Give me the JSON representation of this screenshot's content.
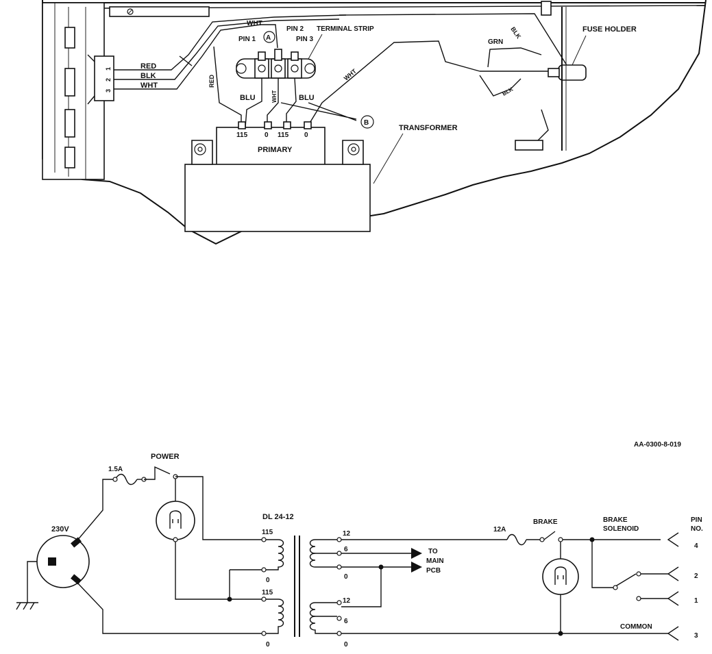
{
  "assembly": {
    "labels": {
      "wht_top": "WHT",
      "pin1": "PIN 1",
      "pin2": "PIN 2",
      "pin3": "PIN 3",
      "terminal_strip": "TERMINAL STRIP",
      "callout_a": "A",
      "callout_b": "B",
      "fuse_holder": "FUSE HOLDER",
      "grn": "GRN",
      "blk_top": "BLK",
      "blk_fuse": "BLK",
      "wht_diag": "WHT",
      "red_left": "RED",
      "red_vert": "RED",
      "wht_vert": "WHT",
      "blu_left": "BLU",
      "blu_right": "BLU",
      "switch_red": "RED",
      "switch_blk": "BLK",
      "switch_wht": "WHT",
      "sw_pin1": "1",
      "sw_pin2": "2",
      "sw_pin3": "3",
      "transformer": "TRANSFORMER",
      "primary": "PRIMARY",
      "tap_115a": "115",
      "tap_0a": "0",
      "tap_115b": "115",
      "tap_0b": "0"
    }
  },
  "schematic": {
    "drawing_number": "AA-0300-8-019",
    "labels": {
      "power": "POWER",
      "fuse_main": "1.5A",
      "source": "230V",
      "transformer_model": "DL 24-12",
      "p115_top": "115",
      "p0_top": "0",
      "p115_bot": "115",
      "p0_bot": "0",
      "s12_top": "12",
      "s6_top": "6",
      "s0_top": "0",
      "s12_bot": "12",
      "s6_bot": "6",
      "s0_bot": "0",
      "to": "TO",
      "main": "MAIN",
      "pcb": "PCB",
      "fuse_brake": "12A",
      "brake": "BRAKE",
      "brake_solenoid_1": "BRAKE",
      "brake_solenoid_2": "SOLENOID",
      "pin_no_1": "PIN",
      "pin_no_2": "NO.",
      "pin4": "4",
      "pin2": "2",
      "pin1": "1",
      "pin3": "3",
      "common": "COMMON"
    }
  }
}
